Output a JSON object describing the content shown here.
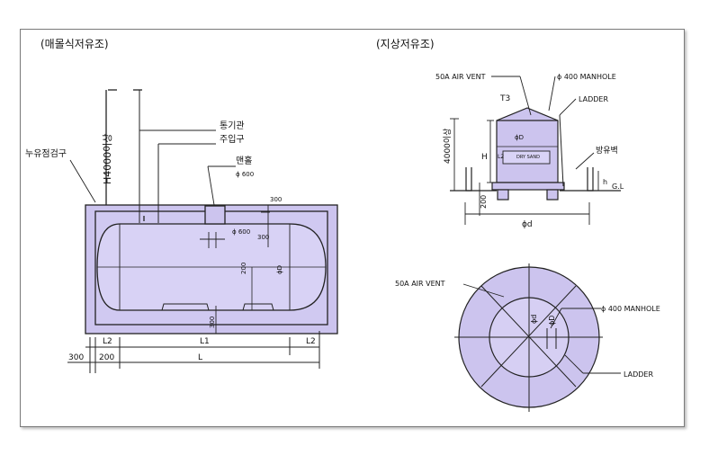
{
  "left_title": "(매몰식저유조)",
  "right_title": "(지상저유조)",
  "buried": {
    "leak_check": "누유점검구",
    "height_label": "H4000이상",
    "vent_pipe": "통기관",
    "inlet": "주입구",
    "manhole": "맨홀",
    "manhole_dia": "ϕ 600",
    "dim_300_top": "300",
    "dim_600": "ϕ 600",
    "dim_300_b": "300",
    "dim_200_v": "200",
    "dim_phiD": "ϕD",
    "dim_300_c": "300",
    "L2_left": "L2",
    "L1": "L1",
    "L2_right": "L2",
    "dim_300_bottom": "300",
    "dim_200_bottom": "200",
    "L": "L"
  },
  "aboveground": {
    "air_vent": "50A AIR VENT",
    "manhole": "ϕ 400 MANHOLE",
    "ladder": "LADDER",
    "t3": "T3",
    "height_label": "4000이상",
    "H": "H",
    "phiD": "ϕD",
    "l2": "L2",
    "dry_sand": "DRY SAND",
    "dike": "방유벽",
    "h": "h",
    "gl": "G.L",
    "dim_200": "200",
    "phid": "ϕd"
  },
  "plan": {
    "air_vent": "50A AIR VENT",
    "manhole": "ϕ 400 MANHOLE",
    "ladder": "LADDER",
    "phid": "ϕd",
    "phiD": "ϕD"
  },
  "colors": {
    "fill": "#ccc4ee",
    "inner": "#d6cff3",
    "line": "#222222"
  }
}
